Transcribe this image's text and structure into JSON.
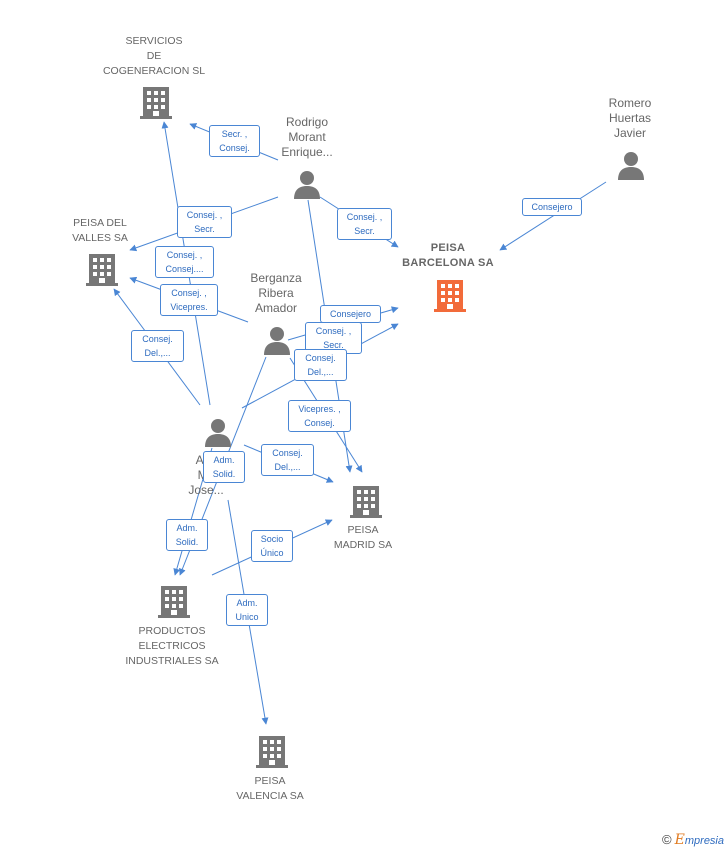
{
  "colors": {
    "edge": "#4a86d4",
    "node": "#777777",
    "focus": "#f26b3a"
  },
  "nodes": {
    "cogeneracion": {
      "type": "company",
      "label": "SERVICIOS\nDE\nCOGENERACION SL"
    },
    "peisa_valles": {
      "type": "company",
      "label": "PEISA DEL\nVALLES SA"
    },
    "peisa_barcelona": {
      "type": "company-focus",
      "label": "PEISA\nBARCELONA SA"
    },
    "peisa_madrid": {
      "type": "company",
      "label": "PEISA\nMADRID SA"
    },
    "productos": {
      "type": "company",
      "label": "PRODUCTOS\nELECTRICOS\nINDUSTRIALES SA"
    },
    "peisa_valencia": {
      "type": "company",
      "label": "PEISA\nVALENCIA SA"
    },
    "rodrigo": {
      "type": "person",
      "label": "Rodrigo\nMorant\nEnrique..."
    },
    "romero": {
      "type": "person",
      "label": "Romero\nHuertas\nJavier"
    },
    "berganza": {
      "type": "person",
      "label": "Berganza\nRibera\nAmador"
    },
    "alm": {
      "type": "person",
      "label": "Alm\nMa\nJose..."
    }
  },
  "edge_labels": [
    {
      "id": "e1",
      "text": "Secr. ,\nConsej."
    },
    {
      "id": "e2",
      "text": "Consej. ,\nSecr."
    },
    {
      "id": "e3",
      "text": "Consejero"
    },
    {
      "id": "e4",
      "text": "Consej. ,\nSecr."
    },
    {
      "id": "e5",
      "text": "Consej. ,\nConsej...."
    },
    {
      "id": "e6",
      "text": "Consej. ,\nVicepres."
    },
    {
      "id": "e7",
      "text": "Consej.\nDel.,..."
    },
    {
      "id": "e8",
      "text": "Consejero"
    },
    {
      "id": "e9",
      "text": "Consej. ,\nSecr."
    },
    {
      "id": "e10",
      "text": "Consej.\nDel.,..."
    },
    {
      "id": "e11",
      "text": "Vicepres. ,\nConsej."
    },
    {
      "id": "e12",
      "text": "Consej.\nDel.,..."
    },
    {
      "id": "e13",
      "text": "Adm.\nSolid."
    },
    {
      "id": "e14",
      "text": "Adm.\nSolid."
    },
    {
      "id": "e15",
      "text": "Socio\nÚnico"
    },
    {
      "id": "e16",
      "text": "Adm.\nUnico"
    }
  ],
  "footer": {
    "copyright": "©",
    "brand_initial": "E",
    "brand_rest": "mpresia"
  }
}
